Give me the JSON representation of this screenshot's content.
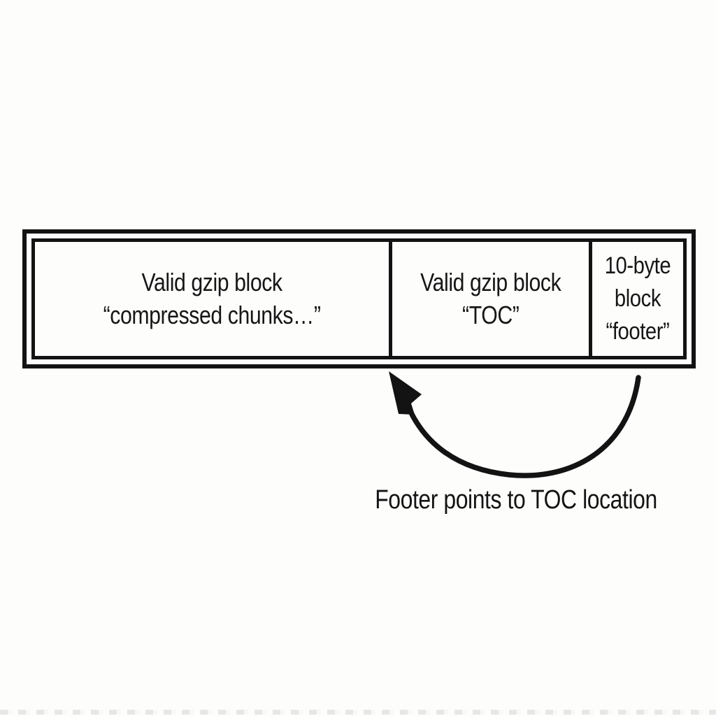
{
  "colors": {
    "ink": "#131313",
    "background": "#fdfdfc"
  },
  "file_layout": {
    "blocks": [
      {
        "name": "compressed-chunks-block",
        "lines": [
          "Valid gzip block",
          "“compressed chunks…”"
        ]
      },
      {
        "name": "toc-block",
        "lines": [
          "Valid gzip block",
          "“TOC”"
        ]
      },
      {
        "name": "footer-block",
        "lines": [
          "10-byte",
          "block",
          "“footer”"
        ]
      }
    ]
  },
  "annotation": {
    "caption": "Footer points to TOC location",
    "arrow_meaning": "footer points back to TOC block"
  }
}
